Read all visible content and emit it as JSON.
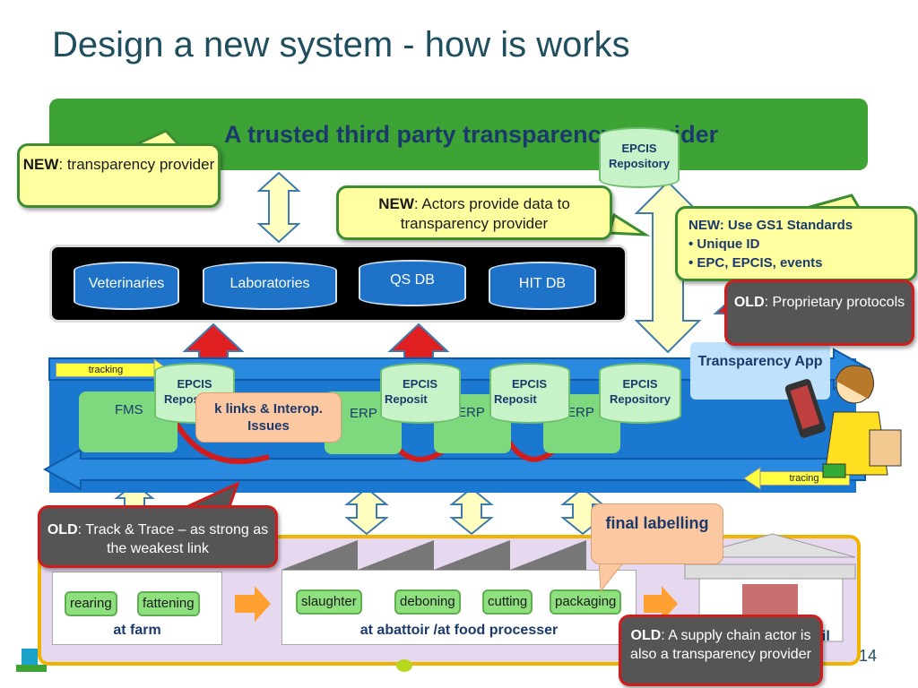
{
  "title": "Design a new system - how is works",
  "provider_banner": "A trusted third party transparency provider",
  "callouts": {
    "new_tp": {
      "bold": "NEW",
      "rest": ": transparency provider"
    },
    "new_actors": {
      "bold": "NEW",
      "rest": ": Actors provide data to transparency provider"
    },
    "new_gs1": {
      "heading": "NEW: Use GS1 Standards",
      "bullets": [
        "Unique ID",
        "EPC, EPCIS, events"
      ]
    },
    "old_proprietary": {
      "bold": "OLD",
      "rest": ": Proprietary protocols"
    },
    "old_track": {
      "bold": "OLD",
      "rest": ": Track & Trace – as strong as the weakest link"
    },
    "old_supply": {
      "bold": "OLD",
      "rest": ": A supply chain actor is also a transparency provider"
    },
    "weak_links": "k links & Interop. Issues",
    "final_labelling": "final labelling"
  },
  "databases": [
    "Veterinaries",
    "Laboratories",
    "QS DB",
    "HIT DB"
  ],
  "epcis": {
    "line1": "EPCIS",
    "line2": "Repository",
    "line2_cut": "Reposit"
  },
  "systems": {
    "fms": "FMS",
    "erp": "ERP"
  },
  "tracking_label": "tracking",
  "tracing_label": "tracing",
  "transparency_app": "Transparency App",
  "farm": {
    "steps": [
      "rearing",
      "fattening"
    ],
    "label": "at farm"
  },
  "abattoir": {
    "steps": [
      "slaughter",
      "deboning",
      "cutting",
      "packaging"
    ],
    "label": "at abattoir /at food processer"
  },
  "retail_label_cut": "ail",
  "page_number": "14",
  "colors": {
    "green": "#3da335",
    "blue": "#1a78d0",
    "dark_blue": "#1b3a6b",
    "yellow_arrow": "#ffffc0",
    "red_arrow": "#e02020"
  }
}
